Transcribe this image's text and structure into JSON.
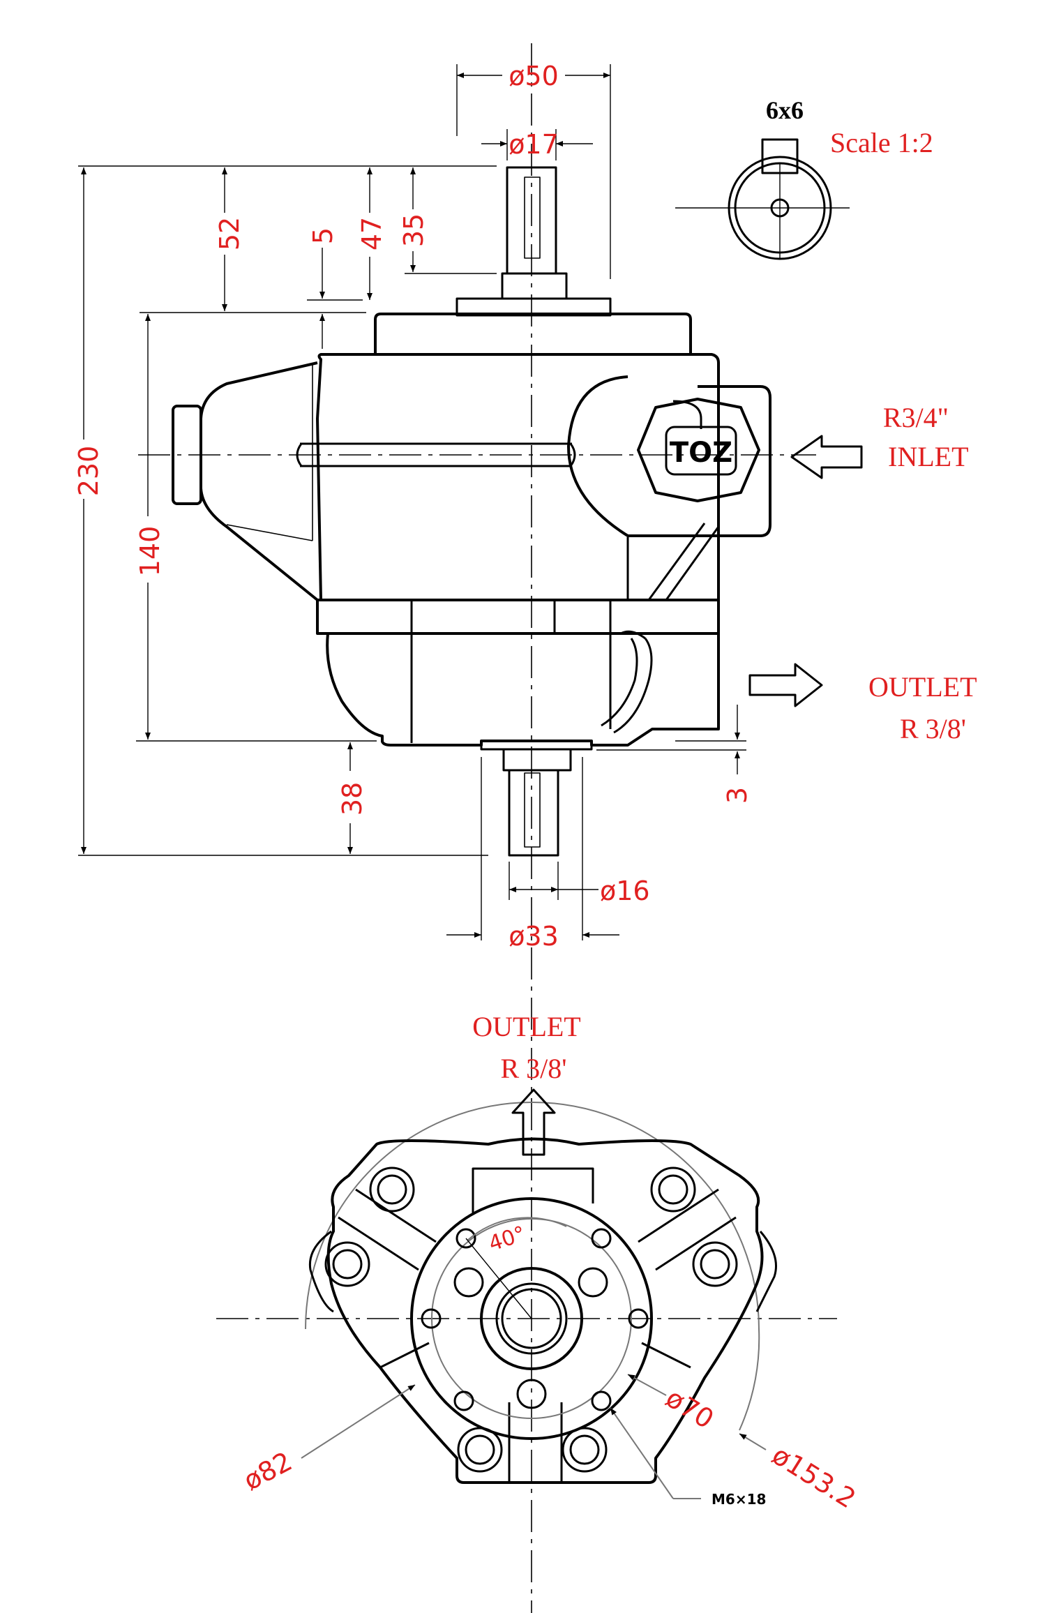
{
  "side_view": {
    "dims": {
      "d50": "ø50",
      "d17": "ø17",
      "d52": "52",
      "d5": "5",
      "d47": "47",
      "d35": "35",
      "d230": "230",
      "d140": "140",
      "d38": "38",
      "d3": "3",
      "d16": "ø16",
      "d33": "ø33"
    },
    "logo": "TOZ",
    "inlet_size": "R3/4\"",
    "inlet_label": "INLET",
    "outlet_label": "OUTLET",
    "outlet_size": "R 3/8'"
  },
  "key_detail": {
    "key_size": "6x6",
    "scale": "Scale 1:2"
  },
  "bottom_view": {
    "outlet_label": "OUTLET",
    "outlet_size": "R 3/8'",
    "angle": "40°",
    "d82": "ø82",
    "d70": "ø70",
    "d153": "ø153.2",
    "bolt": "M6×18"
  }
}
